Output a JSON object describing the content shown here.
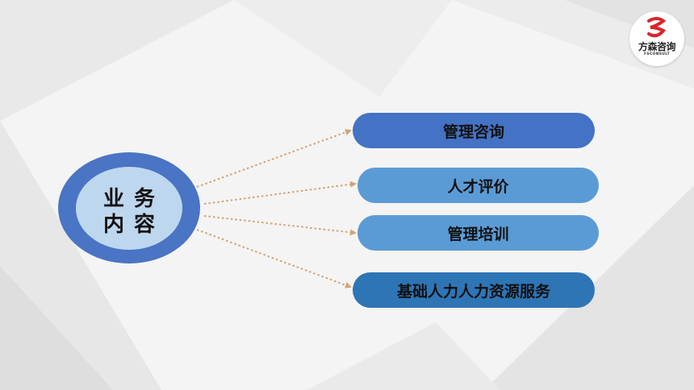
{
  "logo": {
    "brand_text": "方森咨询",
    "sub_text": "FSCONSULT"
  },
  "hub": {
    "line1": "业务",
    "line2": "内容"
  },
  "items": [
    {
      "label": "管理咨询"
    },
    {
      "label": "人才评价"
    },
    {
      "label": "管理培训"
    },
    {
      "label": "基础人力人力资源服务"
    }
  ],
  "colors": {
    "hub_ring": "#4a74c4",
    "hub_fill": "#bdd7ee",
    "pill_dark": "#4472c4",
    "pill_light": "#5b9bd5",
    "pill_deep": "#2e75b6",
    "connector": "#d4a373",
    "logo_red": "#d9252a"
  }
}
